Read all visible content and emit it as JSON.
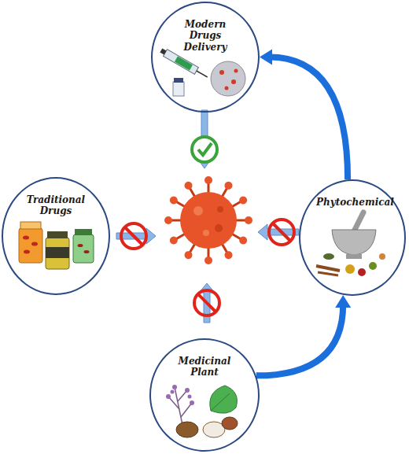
{
  "diagram": {
    "nodes": [
      {
        "text": [
          "Modern Drugs Delivery"
        ]
      },
      {
        "text": [
          "Traditional Drugs"
        ]
      },
      {
        "text": [
          "Phytochemical"
        ]
      },
      {
        "text": [
          "Medicinal Plant"
        ]
      }
    ],
    "edges": [
      {
        "from": 3,
        "to": 2,
        "arrow": "to"
      },
      {
        "from": 2,
        "to": 0,
        "arrow": "to"
      }
    ]
  }
}
